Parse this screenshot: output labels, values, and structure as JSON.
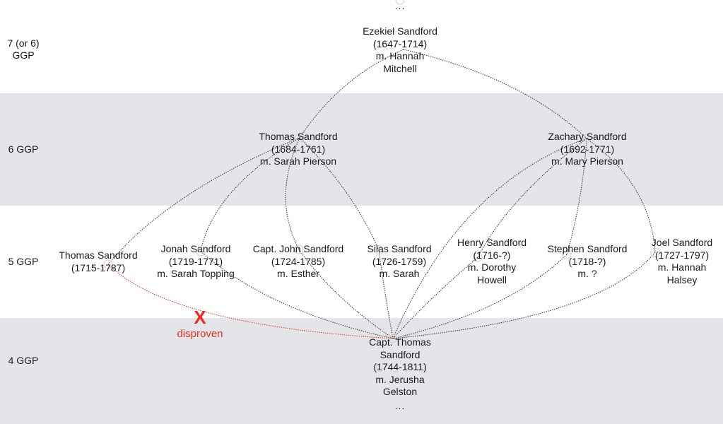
{
  "generations": [
    {
      "id": "g7",
      "label": "7 (or 6)\nGGP",
      "shade": "white"
    },
    {
      "id": "g6",
      "label": "6 GGP",
      "shade": "gray"
    },
    {
      "id": "g5",
      "label": "5 GGP",
      "shade": "white"
    },
    {
      "id": "g4",
      "label": "4 GGP",
      "shade": "gray"
    }
  ],
  "ellipsis_top": "...",
  "ellipsis_bottom": "...",
  "people": {
    "ezekiel": {
      "lines": [
        "Ezekiel Sandford",
        "(1647-1714)",
        "m. Hannah",
        "Mitchell"
      ]
    },
    "thomas6": {
      "lines": [
        "Thomas Sandford",
        "(1684-1761)",
        "m. Sarah Pierson"
      ]
    },
    "zachary": {
      "lines": [
        "Zachary Sandford",
        "(1692-1771)",
        "m. Mary Pierson"
      ]
    },
    "thomas5": {
      "lines": [
        "Thomas Sandford",
        "(1715-1787)"
      ]
    },
    "jonah": {
      "lines": [
        "Jonah Sandford",
        "(1719-1771)",
        "m. Sarah Topping"
      ]
    },
    "john": {
      "lines": [
        "Capt. John Sandford",
        "(1724-1785)",
        "m. Esther"
      ]
    },
    "silas": {
      "lines": [
        "Silas Sandford",
        "(1726-1759)",
        "m. Sarah"
      ]
    },
    "henry": {
      "lines": [
        "Henry Sandford",
        "(1716-?)",
        "m. Dorothy",
        "Howell"
      ]
    },
    "stephen": {
      "lines": [
        "Stephen Sandford",
        "(1718-?)",
        "m. ?"
      ]
    },
    "joel": {
      "lines": [
        "Joel Sandford",
        "(1727-1797)",
        "m. Hannah",
        "Halsey"
      ]
    },
    "captthomas": {
      "lines": [
        "Capt. Thomas",
        "Sandford",
        "(1744-1811)",
        "m. Jerusha",
        "Gelston"
      ]
    }
  },
  "edges": [
    {
      "from": "ezekiel",
      "to": "thomas6",
      "status": "normal"
    },
    {
      "from": "ezekiel",
      "to": "zachary",
      "status": "normal"
    },
    {
      "from": "thomas6",
      "to": "thomas5",
      "status": "normal"
    },
    {
      "from": "thomas6",
      "to": "jonah",
      "status": "normal"
    },
    {
      "from": "thomas6",
      "to": "john",
      "status": "normal"
    },
    {
      "from": "thomas6",
      "to": "silas",
      "status": "normal"
    },
    {
      "from": "zachary",
      "to": "henry",
      "status": "normal"
    },
    {
      "from": "zachary",
      "to": "stephen",
      "status": "normal"
    },
    {
      "from": "zachary",
      "to": "joel",
      "status": "normal"
    },
    {
      "from": "zachary",
      "to": "captthomas",
      "status": "normal"
    },
    {
      "from": "jonah",
      "to": "captthomas",
      "status": "normal"
    },
    {
      "from": "john",
      "to": "captthomas",
      "status": "normal"
    },
    {
      "from": "silas",
      "to": "captthomas",
      "status": "normal"
    },
    {
      "from": "henry",
      "to": "captthomas",
      "status": "normal"
    },
    {
      "from": "stephen",
      "to": "captthomas",
      "status": "normal"
    },
    {
      "from": "joel",
      "to": "captthomas",
      "status": "normal"
    },
    {
      "from": "thomas5",
      "to": "captthomas",
      "status": "disproven"
    }
  ],
  "disproven": {
    "mark": "X",
    "label": "disproven"
  },
  "colors": {
    "edge": "#333333",
    "disproven": "#ee2a1c",
    "gray_band": "#e4e5e9"
  }
}
